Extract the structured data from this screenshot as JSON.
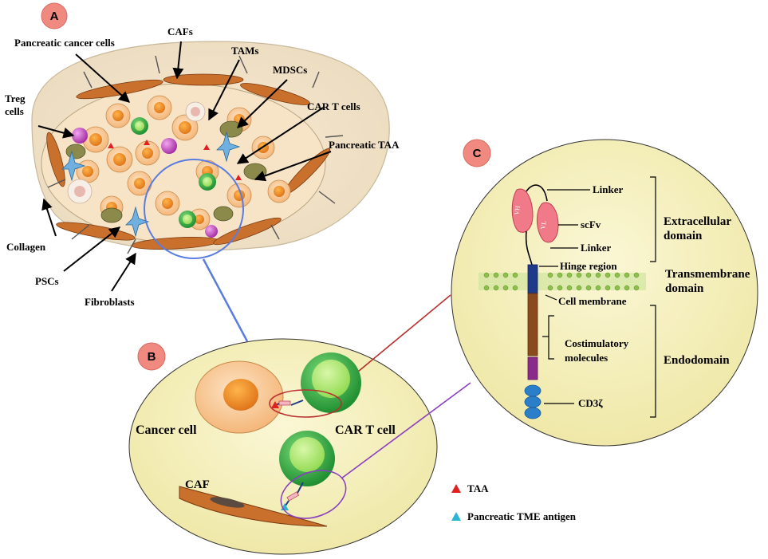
{
  "panels": {
    "a": {
      "badge": "A"
    },
    "b": {
      "badge": "B"
    },
    "c": {
      "badge": "C"
    }
  },
  "panel_a_labels": {
    "pancreatic_cancer_cells": "Pancreatic cancer cells",
    "cafs": "CAFs",
    "tams": "TAMs",
    "mdscs": "MDSCs",
    "treg_line1": "Treg",
    "treg_line2": "cells",
    "car_t_cells": "CAR T cells",
    "pancreatic_taa": "Pancreatic TAA",
    "collagen": "Collagen",
    "pscs": "PSCs",
    "fibroblasts": "Fibroblasts"
  },
  "panel_b_labels": {
    "cancer_cell": "Cancer cell",
    "car_t_cell": "CAR T cell",
    "caf": "CAF"
  },
  "panel_c_labels": {
    "linker_top": "Linker",
    "vh": "VH",
    "vl": "VL",
    "scfv": "scFv",
    "linker_bottom": "Linker",
    "hinge_region": "Hinge region",
    "cell_membrane": "Cell membrane",
    "costim_line1": "Costimulatory",
    "costim_line2": "molecules",
    "cd3z": "CD3ζ",
    "extracellular_line1": "Extracellular",
    "extracellular_line2": "domain",
    "transmembrane_line1": "Transmembrane",
    "transmembrane_line2": "domain",
    "endodomain": "Endodomain"
  },
  "legend": {
    "taa": "TAA",
    "tme_antigen": "Pancreatic TME antigen"
  },
  "colors": {
    "panel_fill": "#f6f2c2",
    "badge_fill": "#f08a80",
    "car_t_green": "#3fb24a",
    "cancer_orange": "#f0942a",
    "taa_red": "#e02020",
    "tme_cyan": "#29b6d0",
    "line_blue": "#5a7ce0",
    "line_red": "#b83030",
    "line_purple": "#8a3fc0"
  }
}
